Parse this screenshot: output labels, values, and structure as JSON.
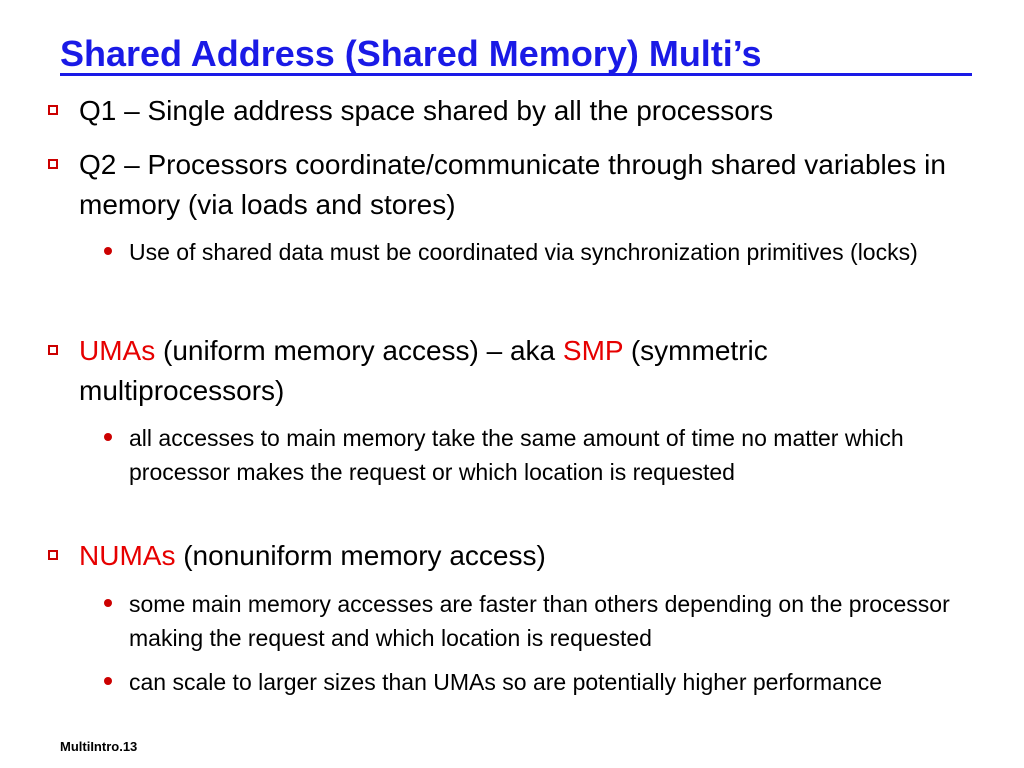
{
  "slide": {
    "title": "Shared Address (Shared Memory) Multi’s",
    "footer": "MultiIntro.13",
    "colors": {
      "title": "#1a1ae6",
      "accent": "#e60000",
      "marker": "#cc0000",
      "text": "#000000"
    }
  },
  "bullets": {
    "q1": {
      "text": "Q1 – Single address space shared by all the processors"
    },
    "q2": {
      "text": "Q2 – Processors coordinate/communicate through shared variables in memory (via loads and stores)",
      "sub1": "Use of shared data must be coordinated via synchronization primitives (locks)"
    },
    "uma": {
      "term": "UMAs",
      "mid": " (uniform memory access) – aka ",
      "term2": "SMP",
      "rest": " (symmetric multiprocessors)",
      "sub1": "all accesses to main memory take the same amount of time no matter which processor makes the request or which location is requested"
    },
    "numa": {
      "term": "NUMAs",
      "rest": " (nonuniform memory access)",
      "sub1": "some main memory accesses are faster than others depending on the processor making the request and which location is requested",
      "sub2": "can scale to larger sizes than UMAs so are potentially higher performance"
    }
  },
  "icons": {
    "level1_marker": "hollow-square-bullet-icon",
    "level2_marker": "filled-circle-bullet-icon"
  }
}
